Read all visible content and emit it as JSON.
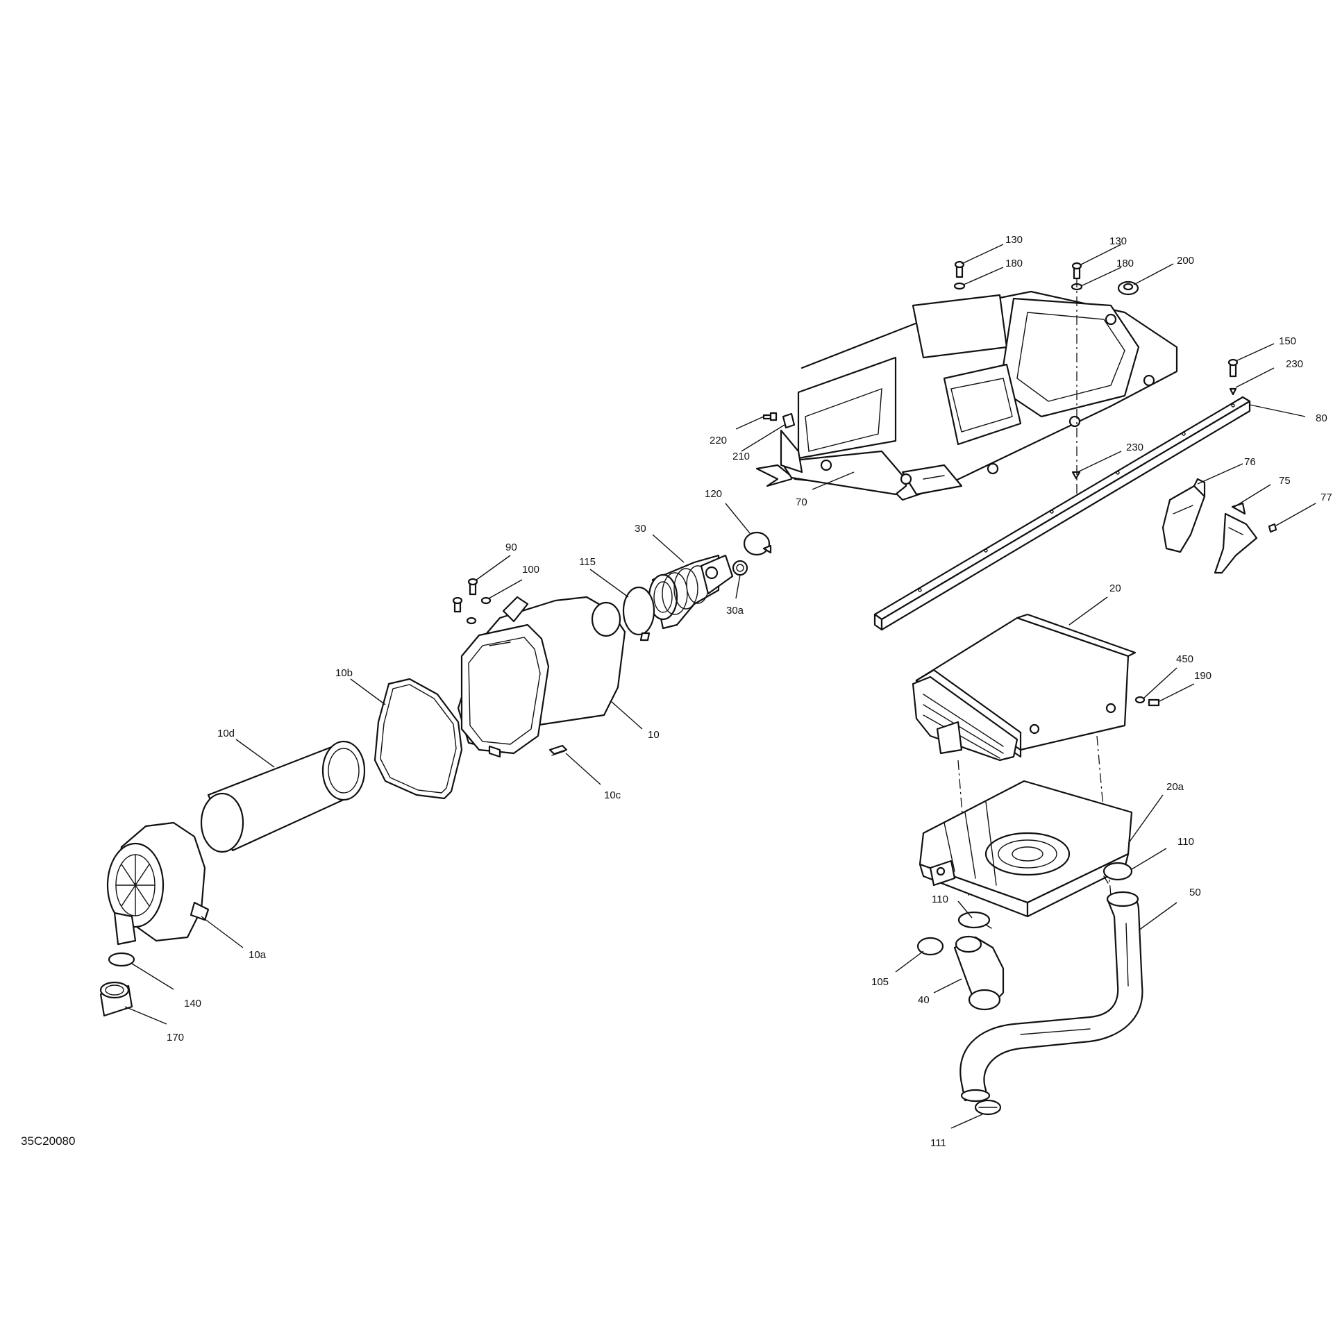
{
  "figure_ref": "35C20080",
  "callouts": {
    "c130a": "130",
    "c130b": "130",
    "c180a": "180",
    "c180b": "180",
    "c200": "200",
    "c150": "150",
    "c230a": "230",
    "c80": "80",
    "c220": "220",
    "c210": "210",
    "c70": "70",
    "c230b": "230",
    "c76": "76",
    "c75": "75",
    "c77": "77",
    "c120": "120",
    "c30": "30",
    "c90": "90",
    "c100": "100",
    "c115": "115",
    "c30a": "30a",
    "c20": "20",
    "c450": "450",
    "c190": "190",
    "c10b": "10b",
    "c10": "10",
    "c10c": "10c",
    "c10d": "10d",
    "c20a": "20a",
    "c110a": "110",
    "c110b": "110",
    "c50": "50",
    "c105": "105",
    "c40": "40",
    "c10a": "10a",
    "c140": "140",
    "c170": "170",
    "c111": "111"
  }
}
